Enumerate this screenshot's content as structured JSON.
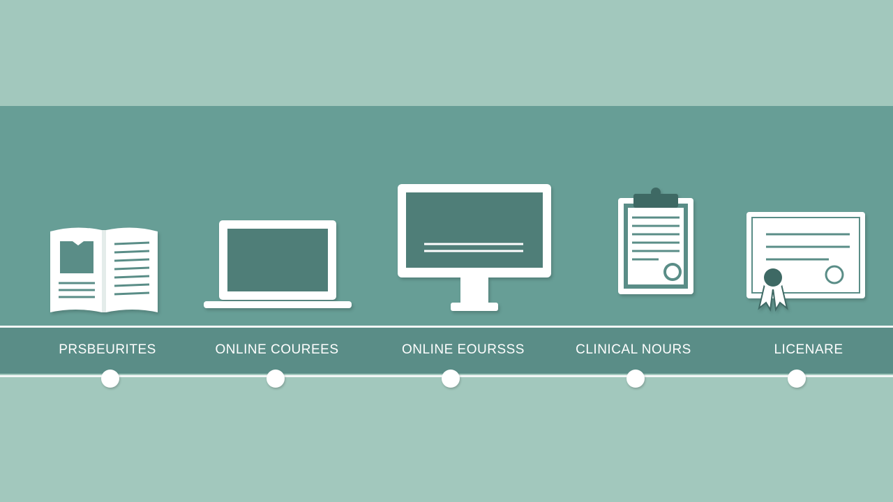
{
  "colors": {
    "background": "#a2c8bd",
    "band": "#679e96",
    "label_strip": "#5a8d87",
    "icon_fill": "#ffffff",
    "screen_fill": "#4f7e78"
  },
  "steps": [
    {
      "label": "PRSBEURITES",
      "icon": "book-icon"
    },
    {
      "label": "ONLINE COUREES",
      "icon": "laptop-icon"
    },
    {
      "label": "ONLINE EOURSSS",
      "icon": "monitor-icon"
    },
    {
      "label": "CLINICAL NOURS",
      "icon": "clipboard-icon"
    },
    {
      "label": "LICENARE",
      "icon": "certificate-icon"
    }
  ]
}
